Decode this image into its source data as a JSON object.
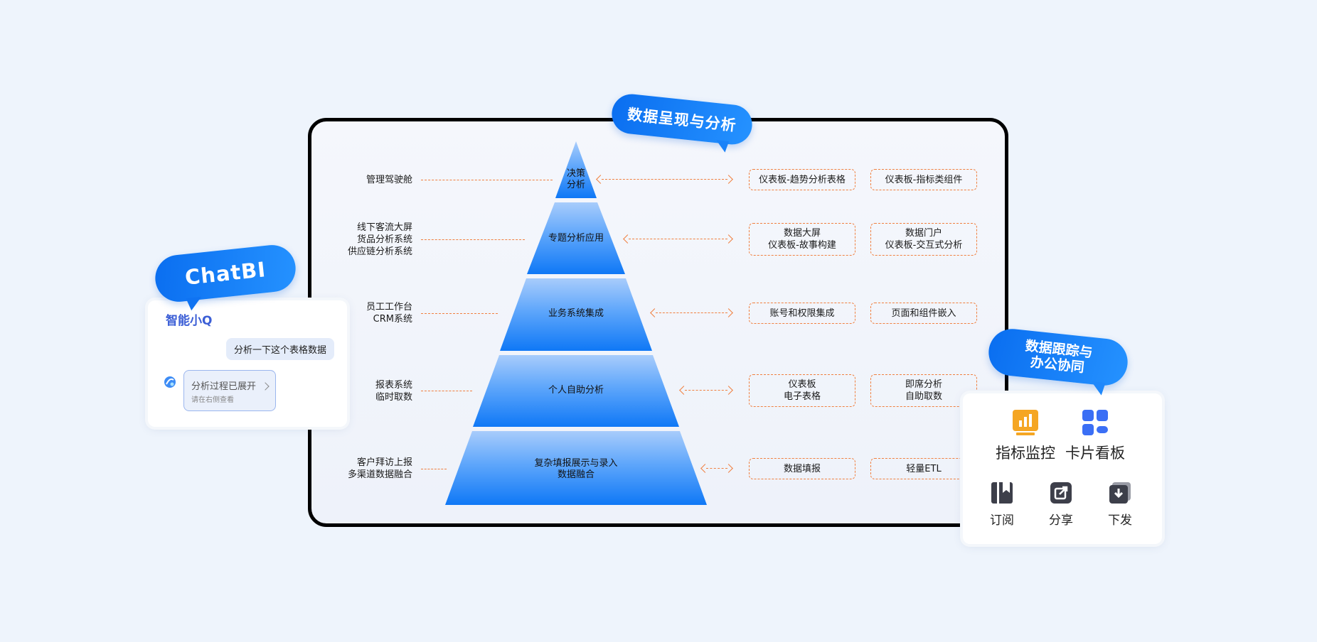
{
  "top_bubble": "数据呈现与分析",
  "chatbi_bubble": "ChatBI",
  "tracking_bubble": {
    "line1": "数据跟踪与",
    "line2": "办公协同"
  },
  "pyramid": [
    {
      "label_l1": "决策",
      "label_l2": "分析",
      "left_l1": "管理驾驶舱",
      "left_l2": "",
      "left_l3": "",
      "tag1_l1": "仪表板-趋势分析表格",
      "tag1_l2": "",
      "tag2_l1": "仪表板-指标类组件",
      "tag2_l2": ""
    },
    {
      "label_l1": "专题分析应用",
      "label_l2": "",
      "left_l1": "线下客流大屏",
      "left_l2": "货品分析系统",
      "left_l3": "供应链分析系统",
      "tag1_l1": "数据大屏",
      "tag1_l2": "仪表板-故事构建",
      "tag2_l1": "数据门户",
      "tag2_l2": "仪表板-交互式分析"
    },
    {
      "label_l1": "业务系统集成",
      "label_l2": "",
      "left_l1": "员工工作台",
      "left_l2": "CRM系统",
      "left_l3": "",
      "tag1_l1": "账号和权限集成",
      "tag1_l2": "",
      "tag2_l1": "页面和组件嵌入",
      "tag2_l2": ""
    },
    {
      "label_l1": "个人自助分析",
      "label_l2": "",
      "left_l1": "报表系统",
      "left_l2": "临时取数",
      "left_l3": "",
      "tag1_l1": "仪表板",
      "tag1_l2": "电子表格",
      "tag2_l1": "即席分析",
      "tag2_l2": "自助取数"
    },
    {
      "label_l1": "复杂填报展示与录入",
      "label_l2": "数据融合",
      "left_l1": "客户拜访上报",
      "left_l2": "多渠道数据融合",
      "left_l3": "",
      "tag1_l1": "数据填报",
      "tag1_l2": "",
      "tag2_l1": "轻量ETL",
      "tag2_l2": ""
    }
  ],
  "chat": {
    "assistant_name": "智能小Q",
    "user_message": "分析一下这个表格数据",
    "answer_title": "分析过程已展开",
    "answer_sub": "请在右侧查看"
  },
  "tracking": {
    "metric_monitor": "指标监控",
    "card_board": "卡片看板",
    "subscribe": "订阅",
    "share": "分享",
    "distribute": "下发"
  },
  "colors": {
    "accent": "#1a7df5",
    "dash": "#f08040",
    "icon_orange": "#f5a623",
    "icon_blue": "#3b6ff5",
    "icon_dark": "#3d3f4a"
  }
}
